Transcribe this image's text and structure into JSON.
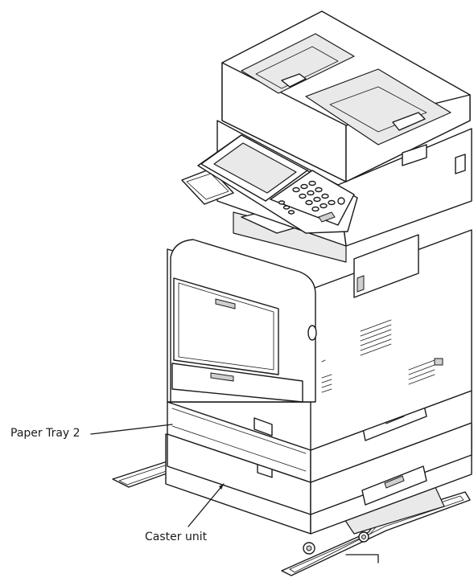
{
  "callouts": {
    "paper_tray_2": "Paper Tray 2",
    "caster_unit": "Caster unit"
  },
  "icons": {
    "device": "multifunction-printer-illustration"
  }
}
